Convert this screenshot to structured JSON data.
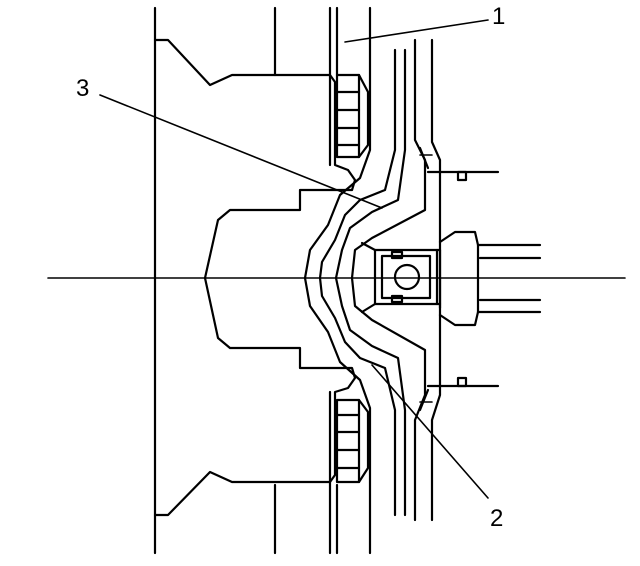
{
  "callouts": [
    {
      "id": "1",
      "label": "1"
    },
    {
      "id": "2",
      "label": "2"
    },
    {
      "id": "3",
      "label": "3"
    }
  ],
  "colors": {
    "ink": "#000000",
    "paper": "#ffffff"
  }
}
